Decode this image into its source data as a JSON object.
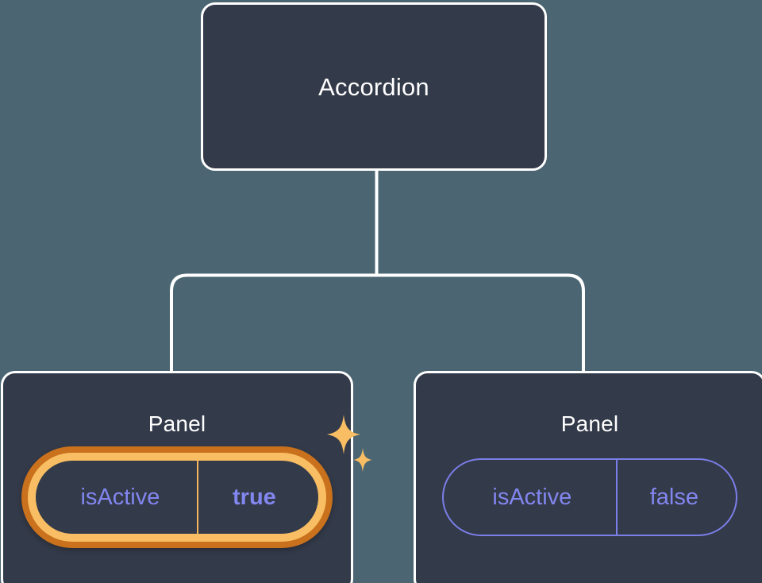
{
  "diagram": {
    "type": "component-tree",
    "background_color": "#4b6672",
    "node_fill_color": "#333a49",
    "node_border_color": "#ffffff",
    "edge_color": "#ffffff",
    "prop_text_color": "#8286ef",
    "prop_border_color": "#7b7ee8",
    "highlight_outer_ring_color": "#c9711c",
    "highlight_inner_ring_color": "#f9be63",
    "sparkle_color": "#f9be63"
  },
  "root": {
    "title": "Accordion"
  },
  "panels": [
    {
      "title": "Panel",
      "highlighted": true,
      "prop": {
        "key": "isActive",
        "value": "true"
      },
      "sparkle_icons": [
        "sparkle-large-icon",
        "sparkle-small-icon"
      ]
    },
    {
      "title": "Panel",
      "highlighted": false,
      "prop": {
        "key": "isActive",
        "value": "false"
      }
    }
  ],
  "edges": [
    {
      "from": "Accordion",
      "to": "Panel (left)"
    },
    {
      "from": "Accordion",
      "to": "Panel (right)"
    }
  ]
}
